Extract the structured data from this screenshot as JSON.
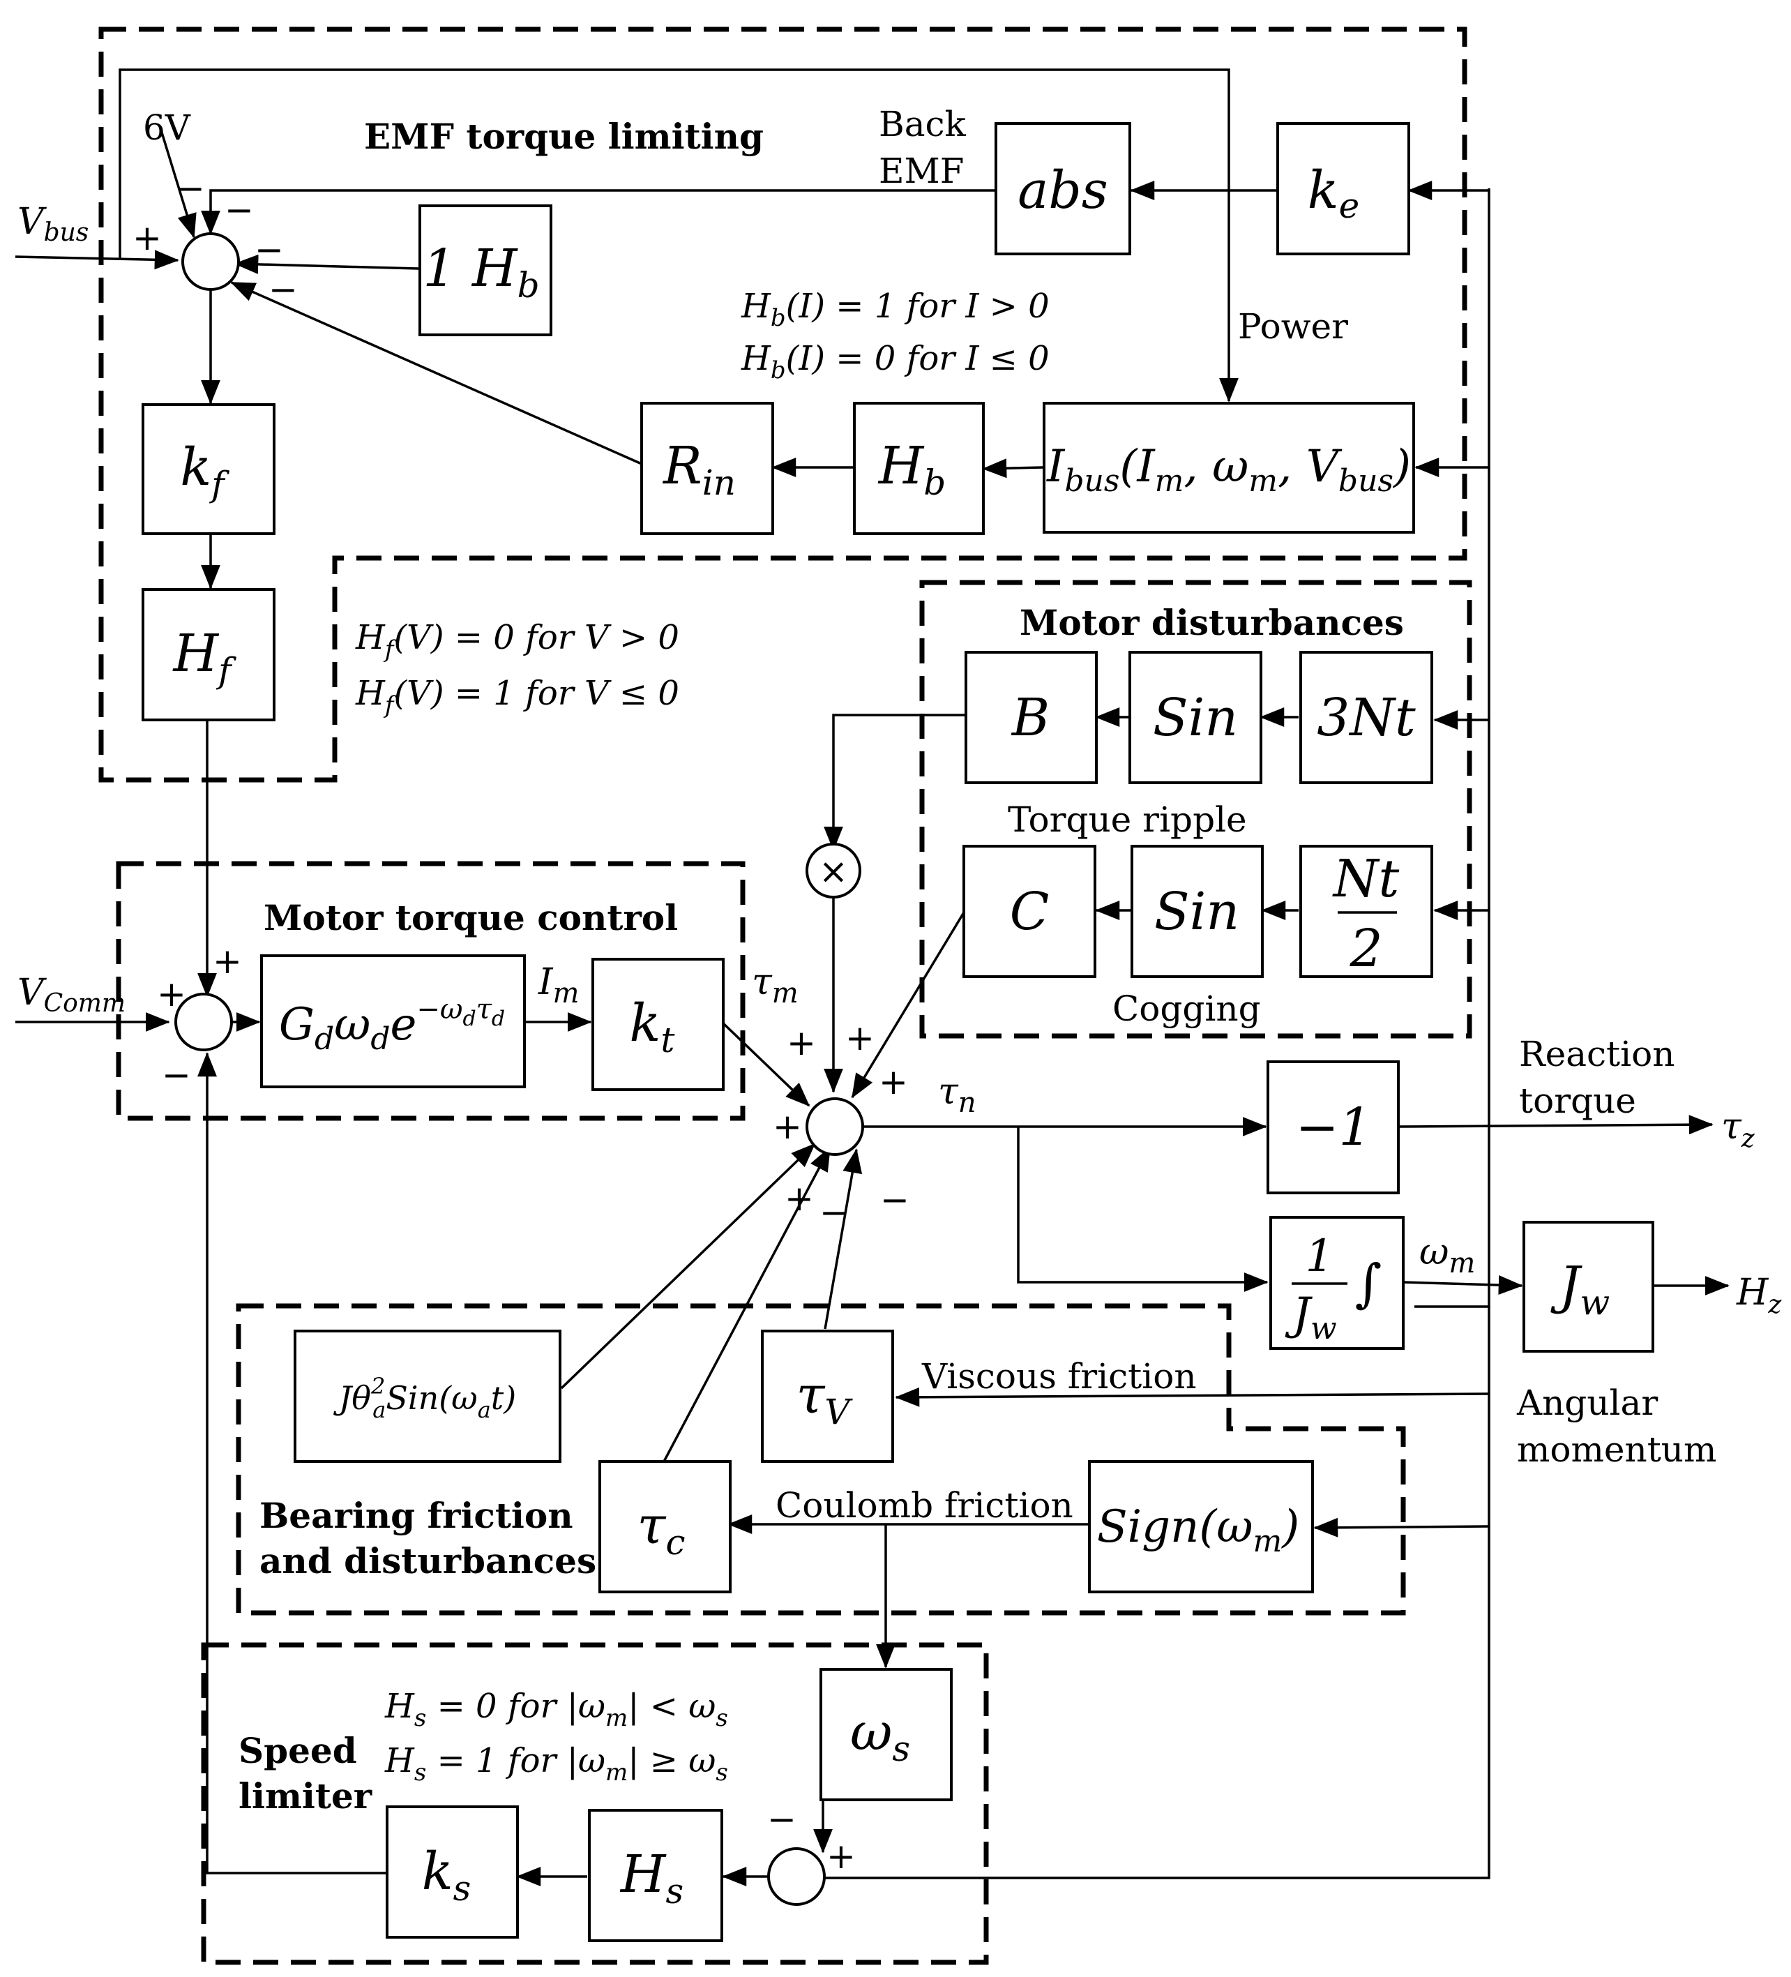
{
  "groups": {
    "emf": "EMF torque limiting",
    "disturbances": "Motor disturbances",
    "torque_control": "Motor torque control",
    "bearing_line1": "Bearing friction",
    "bearing_line2": "and disturbances",
    "speed_line1": "Speed",
    "speed_line2": "limiter"
  },
  "blocks": {
    "abs": "abs",
    "ke": "k",
    "ke_sub": "e",
    "one_hb": "1 H",
    "one_hb_sub": "b",
    "kf": "k",
    "kf_sub": "f",
    "hf": "H",
    "hf_sub": "f",
    "rin": "R",
    "rin_sub": "in",
    "hb": "H",
    "hb_sub": "b",
    "ibus": "I",
    "ibus_sub": "bus",
    "ibus_args": "(I",
    "ibus_args_m": "m",
    "ibus_args_w": ", ω",
    "ibus_args_wm": "m",
    "ibus_args_v": ", V",
    "ibus_args_vsub": "bus",
    "ibus_args_close": ")",
    "b": "B",
    "sin1": "Sin",
    "three_nt": "3Nt",
    "c": "C",
    "sin2": "Sin",
    "nt": "Nt",
    "two": "2",
    "gd": "G",
    "gd_d": "d",
    "gd_w": "ω",
    "gd_wd": "d",
    "gd_e": "e",
    "gd_exp": "−ω",
    "gd_exp_d": "d",
    "gd_exp_tau": "τ",
    "gd_exp_taud": "d",
    "kt": "k",
    "kt_sub": "t",
    "neg_one": "−1",
    "jw_num": "1",
    "jw_den": "J",
    "jw_den_sub": "w",
    "jw_int": "∫",
    "jw": "J",
    "jw_sub": "w",
    "jtheta": "Jθ",
    "jtheta_sup": "2",
    "jtheta_sub": "a",
    "jtheta_rest": "Sin(ω",
    "jtheta_rest_sub": "a",
    "jtheta_end": "t)",
    "tau_v": "τ",
    "tau_v_sub": "V",
    "tau_c": "τ",
    "tau_c_sub": "c",
    "sign": "Sign(ω",
    "sign_sub": "m",
    "sign_end": ")",
    "omega_s": "ω",
    "omega_s_sub": "s",
    "hs": "H",
    "hs_sub": "s",
    "ks": "k",
    "ks_sub": "s"
  },
  "labels": {
    "back": "Back",
    "emf": "EMF",
    "power": "Power",
    "six_v": "6V",
    "vbus": "V",
    "vbus_sub": "bus",
    "vcomm": "V",
    "vcomm_sub": "Comm",
    "im": "I",
    "im_sub": "m",
    "tau_m": "τ",
    "tau_m_sub": "m",
    "tau_n": "τ",
    "tau_n_sub": "n",
    "omega_m": "ω",
    "omega_m_sub": "m",
    "torque_ripple": "Torque ripple",
    "cogging": "Cogging",
    "reaction1": "Reaction",
    "reaction2": "torque",
    "tau_z": "τ",
    "tau_z_sub": "z",
    "hz": "H",
    "hz_sub": "z",
    "angular1": "Angular",
    "angular2": "momentum",
    "viscous": "Viscous friction",
    "coulomb": "Coulomb friction"
  },
  "equations": {
    "hb1": "H",
    "hb1_sub": "b",
    "hb1_rest": "(I) = 1 for I > 0",
    "hb2": "H",
    "hb2_sub": "b",
    "hb2_rest": "(I) = 0 for I ≤ 0",
    "hf1": "H",
    "hf1_sub": "f",
    "hf1_rest": "(V) = 0 for V > 0",
    "hf2": "H",
    "hf2_sub": "f",
    "hf2_rest": "(V) = 1 for V ≤ 0",
    "hs1": "H",
    "hs1_sub": "s",
    "hs1_rest": " = 0 for |ω",
    "hs1_m": "m",
    "hs1_end": "| < ω",
    "hs1_s": "s",
    "hs2": "H",
    "hs2_sub": "s",
    "hs2_rest": " = 1 for |ω",
    "hs2_m": "m",
    "hs2_end": "| ≥ ω",
    "hs2_s": "s"
  },
  "signs": {
    "plus": "+",
    "minus": "−",
    "times": "×"
  }
}
